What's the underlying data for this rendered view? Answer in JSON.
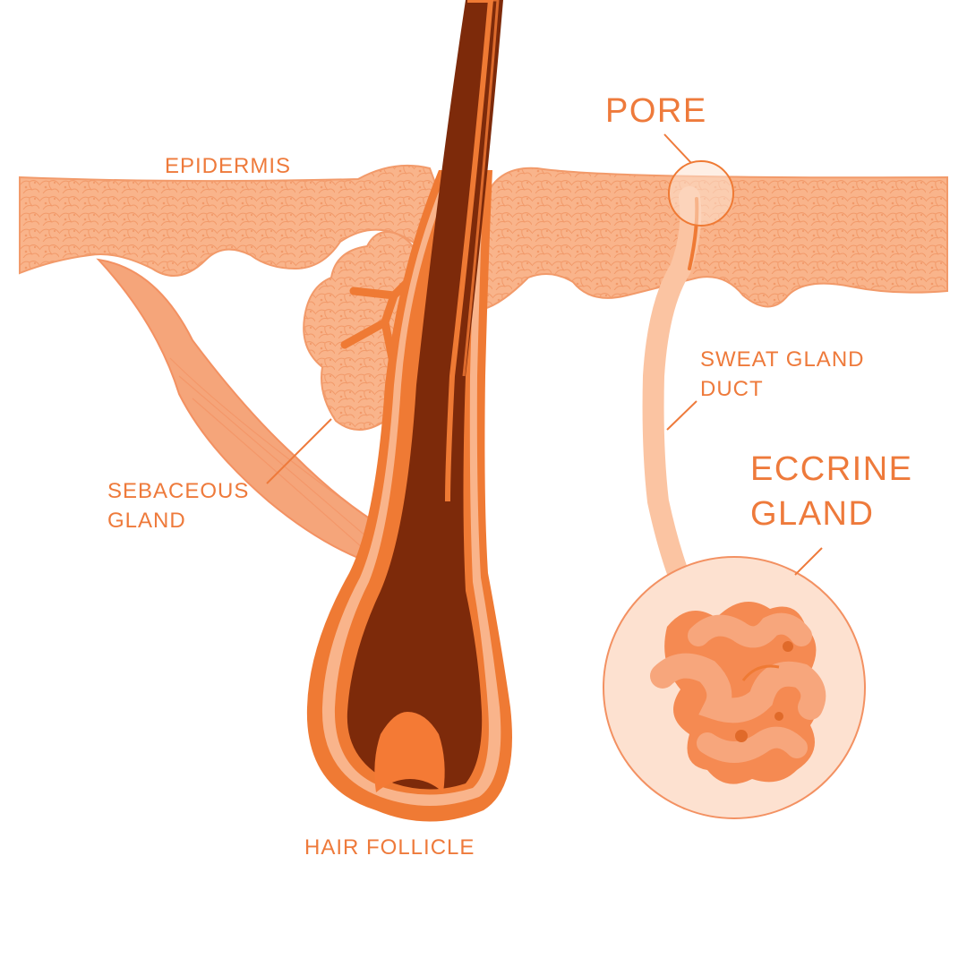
{
  "labels": {
    "epidermis": "EPIDERMIS",
    "pore": "PORE",
    "sweat_gland_duct_line1": "SWEAT GLAND",
    "sweat_gland_duct_line2": "DUCT",
    "eccrine_gland_line1": "ECCRINE",
    "eccrine_gland_line2": "GLAND",
    "sebaceous_gland_line1": "SEBACEOUS",
    "sebaceous_gland_line2": "GLAND",
    "hair_follicle": "HAIR FOLLICLE"
  },
  "colors": {
    "label_text": "#ee7a3b",
    "skin_fill": "#f9b48b",
    "skin_cells": "#f7a77b",
    "muscle": "#f5a57a",
    "follicle_outer": "#ef7a34",
    "follicle_sheath": "#f9b48b",
    "hair_shaft": "#7d2a0a",
    "papilla": "#f47a35",
    "duct": "#fbc4a2",
    "gland_circle_fill": "#fde1d0",
    "gland_coil": "#f7a67c",
    "leader_line": "#ee7a3b"
  }
}
